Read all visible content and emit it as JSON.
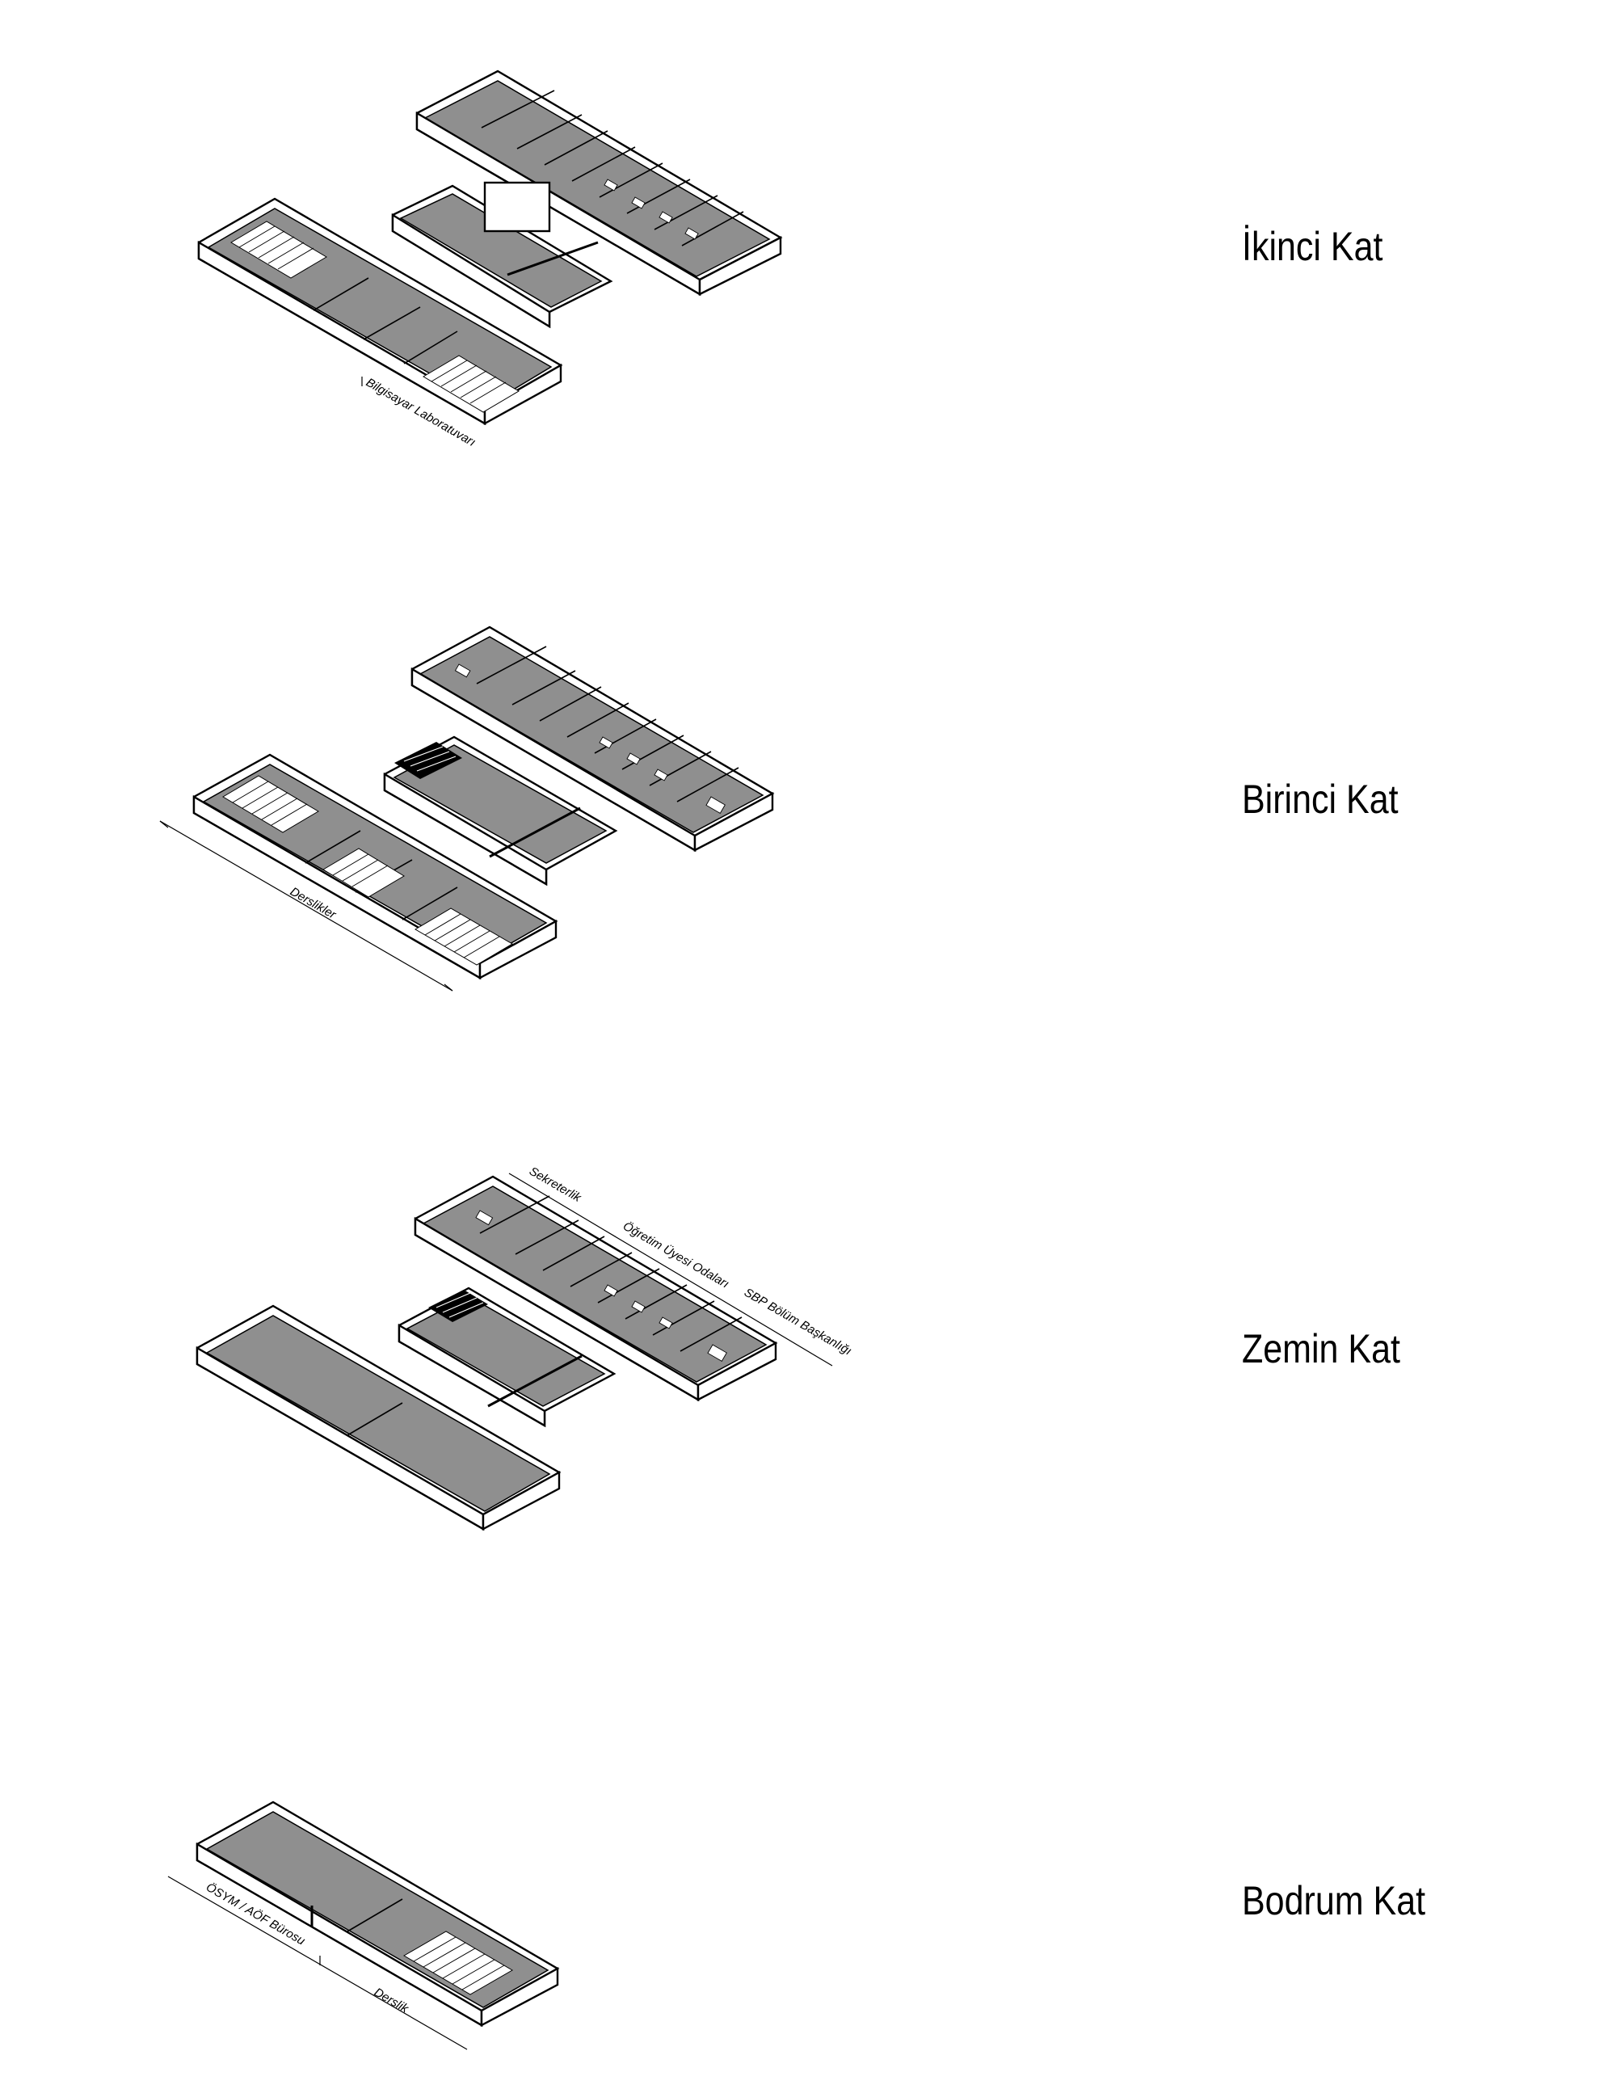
{
  "floors": [
    {
      "title": "İkinci Kat",
      "labels": [
        "Bilgisayar Laboratuvarı"
      ]
    },
    {
      "title": "Birinci Kat",
      "labels": [
        "Derslikler"
      ]
    },
    {
      "title": "Zemin Kat",
      "labels": [
        "Sekreterlik",
        "Öğretim Üyesi Odaları",
        "SBP Bölüm Başkanlığı"
      ]
    },
    {
      "title": "Bodrum Kat",
      "labels": [
        "ÖSYM / AÖF Bürosu",
        "Derslik"
      ]
    }
  ],
  "colors": {
    "background": "#ffffff",
    "ink": "#000000",
    "floor_fill": "#8f8f8f"
  }
}
